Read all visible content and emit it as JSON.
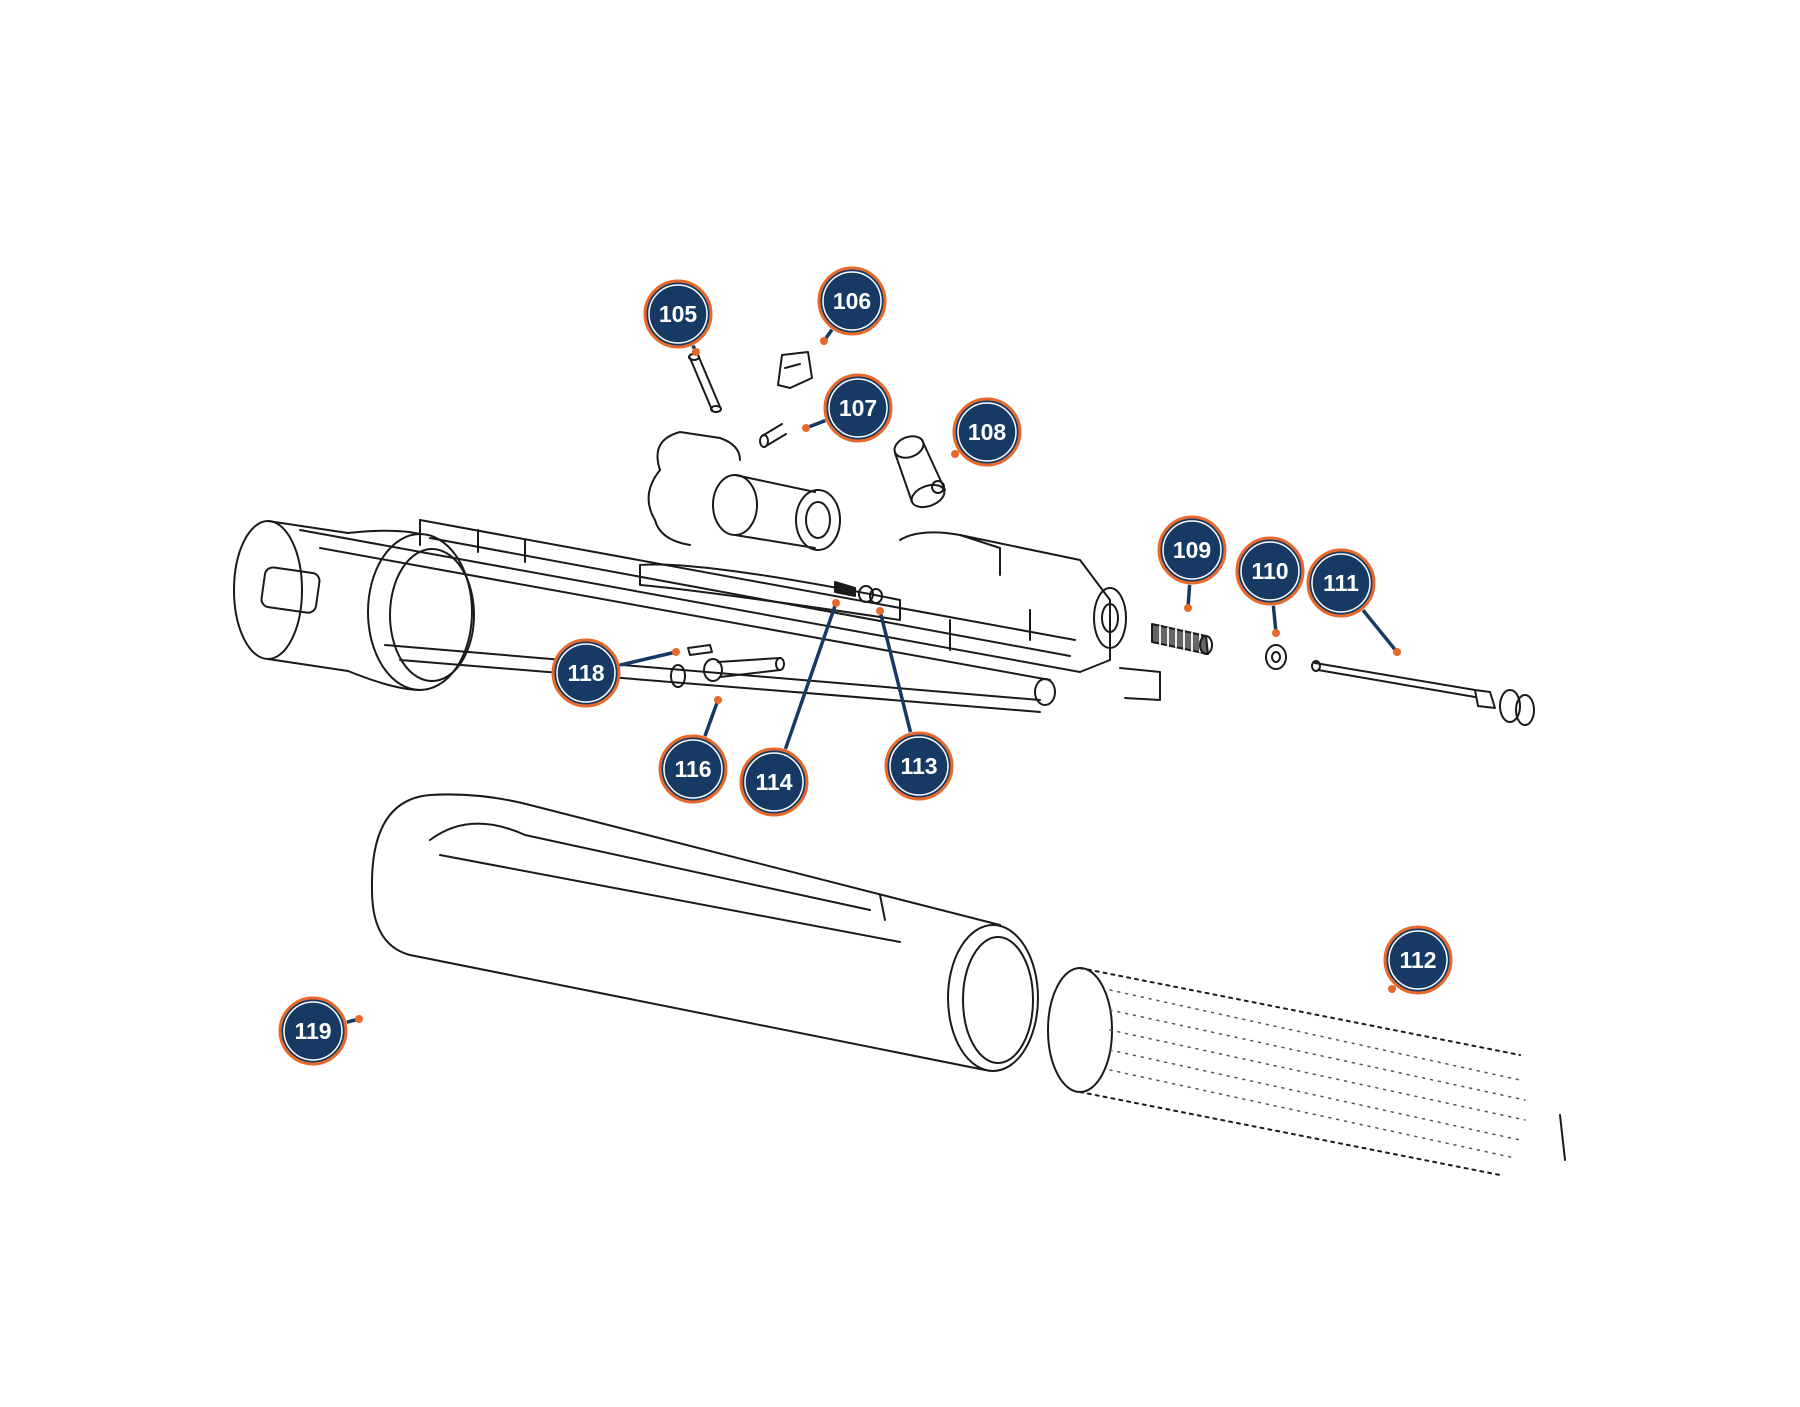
{
  "colors": {
    "callout_fill": "#163a63",
    "callout_ring": "#e8692c",
    "leader_line": "#163a63",
    "anchor_dot": "#e8692c",
    "line_art": "#1a1a1a"
  },
  "callouts": [
    {
      "id": "105",
      "label": "105"
    },
    {
      "id": "106",
      "label": "106"
    },
    {
      "id": "107",
      "label": "107"
    },
    {
      "id": "108",
      "label": "108"
    },
    {
      "id": "109",
      "label": "109"
    },
    {
      "id": "110",
      "label": "110"
    },
    {
      "id": "111",
      "label": "111"
    },
    {
      "id": "112",
      "label": "112"
    },
    {
      "id": "113",
      "label": "113"
    },
    {
      "id": "114",
      "label": "114"
    },
    {
      "id": "116",
      "label": "116"
    },
    {
      "id": "118",
      "label": "118"
    },
    {
      "id": "119",
      "label": "119"
    }
  ]
}
